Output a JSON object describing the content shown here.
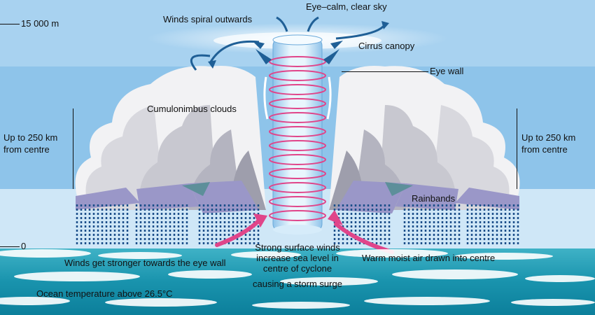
{
  "altitude": {
    "top": "15 000 m",
    "bottom": "0"
  },
  "labels": {
    "eye": "Eye–calm, clear sky",
    "winds_spiral": "Winds spiral outwards",
    "cirrus": "Cirrus canopy",
    "eye_wall": "Eye wall",
    "cumulonimbus": "Cumulonimbus clouds",
    "range_left_1": "Up to 250 km",
    "range_left_2": "from centre",
    "range_right_1": "Up to 250 km",
    "range_right_2": "from centre",
    "rainbands": "Rainbands",
    "winds_stronger": "Winds get stronger towards the eye wall",
    "surface_1": "Strong surface winds",
    "surface_2": "increase sea level in",
    "surface_3": "centre of cyclone",
    "surface_4": "causing a storm surge",
    "warm_air": "Warm moist air drawn into centre",
    "ocean_temp": "Ocean temperature above 26.5°C"
  },
  "colors": {
    "sky_top": "#a9d3f0",
    "sky_mid": "#8ec4ea",
    "sky_low": "#cfe8f7",
    "cloud_light": "#e6e6ea",
    "cloud_mid": "#b9b9c3",
    "rainband": "#9a97c8",
    "rain": "#1c4f8a",
    "eye": "#b9dcf5",
    "spiral": "#e0458a",
    "ocean": "#1c98b0",
    "foam": "#ffffff",
    "arrow_blue": "#1f5f96",
    "arrow_pink": "#e0458a"
  }
}
